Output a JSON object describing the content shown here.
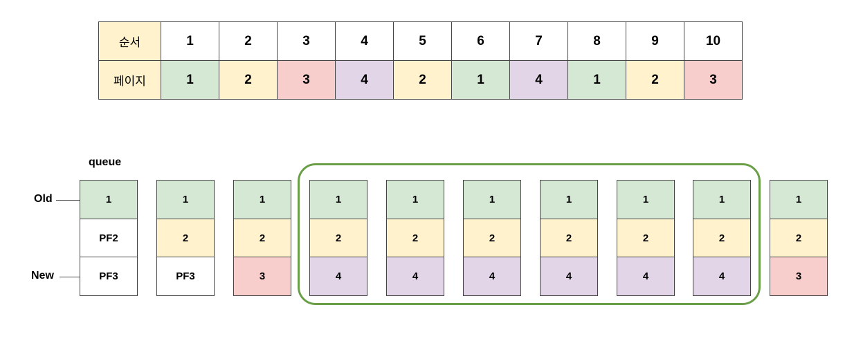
{
  "colors": {
    "header": "#fff2cc",
    "green": "#d5e8d4",
    "yellow": "#fff2cc",
    "red": "#f8cecc",
    "purple": "#e1d5e7",
    "white": "#ffffff",
    "highlight_border": "#6a9f47"
  },
  "reference_table": {
    "row_headers": {
      "order": "순서",
      "page": "페이지"
    },
    "order": [
      "1",
      "2",
      "3",
      "4",
      "5",
      "6",
      "7",
      "8",
      "9",
      "10"
    ],
    "pages": [
      {
        "value": "1",
        "color": "green"
      },
      {
        "value": "2",
        "color": "yellow"
      },
      {
        "value": "3",
        "color": "red"
      },
      {
        "value": "4",
        "color": "purple"
      },
      {
        "value": "2",
        "color": "yellow"
      },
      {
        "value": "1",
        "color": "green"
      },
      {
        "value": "4",
        "color": "purple"
      },
      {
        "value": "1",
        "color": "green"
      },
      {
        "value": "2",
        "color": "yellow"
      },
      {
        "value": "3",
        "color": "red"
      }
    ]
  },
  "queue_label": "queue",
  "old_label": "Old",
  "new_label": "New",
  "queue_states": [
    {
      "frames": [
        {
          "value": "1",
          "color": "green"
        },
        {
          "value": "PF2",
          "color": "white"
        },
        {
          "value": "PF3",
          "color": "white"
        }
      ]
    },
    {
      "frames": [
        {
          "value": "1",
          "color": "green"
        },
        {
          "value": "2",
          "color": "yellow"
        },
        {
          "value": "PF3",
          "color": "white"
        }
      ]
    },
    {
      "frames": [
        {
          "value": "1",
          "color": "green"
        },
        {
          "value": "2",
          "color": "yellow"
        },
        {
          "value": "3",
          "color": "red"
        }
      ]
    },
    {
      "frames": [
        {
          "value": "1",
          "color": "green"
        },
        {
          "value": "2",
          "color": "yellow"
        },
        {
          "value": "4",
          "color": "purple"
        }
      ]
    },
    {
      "frames": [
        {
          "value": "1",
          "color": "green"
        },
        {
          "value": "2",
          "color": "yellow"
        },
        {
          "value": "4",
          "color": "purple"
        }
      ]
    },
    {
      "frames": [
        {
          "value": "1",
          "color": "green"
        },
        {
          "value": "2",
          "color": "yellow"
        },
        {
          "value": "4",
          "color": "purple"
        }
      ]
    },
    {
      "frames": [
        {
          "value": "1",
          "color": "green"
        },
        {
          "value": "2",
          "color": "yellow"
        },
        {
          "value": "4",
          "color": "purple"
        }
      ]
    },
    {
      "frames": [
        {
          "value": "1",
          "color": "green"
        },
        {
          "value": "2",
          "color": "yellow"
        },
        {
          "value": "4",
          "color": "purple"
        }
      ]
    },
    {
      "frames": [
        {
          "value": "1",
          "color": "green"
        },
        {
          "value": "2",
          "color": "yellow"
        },
        {
          "value": "4",
          "color": "purple"
        }
      ]
    },
    {
      "frames": [
        {
          "value": "1",
          "color": "green"
        },
        {
          "value": "2",
          "color": "yellow"
        },
        {
          "value": "3",
          "color": "red"
        }
      ]
    }
  ],
  "highlighted_states": [
    4,
    9
  ]
}
